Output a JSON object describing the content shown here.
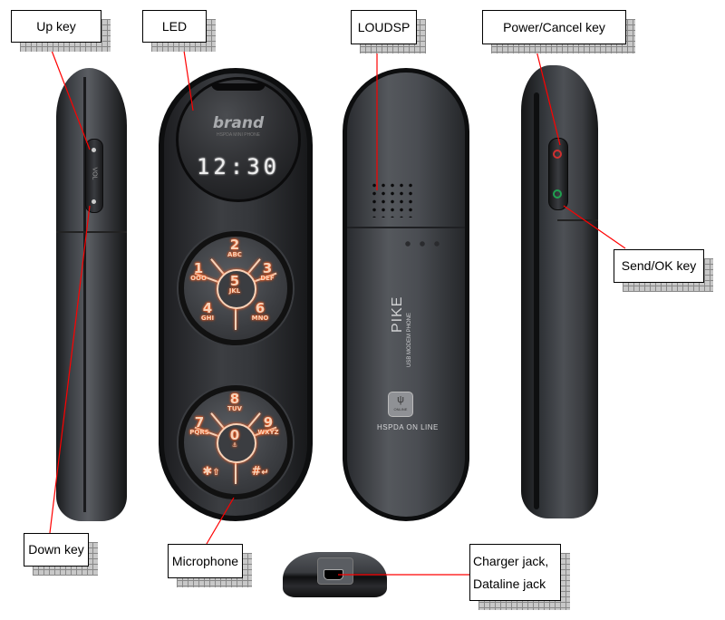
{
  "callouts": {
    "up_key": "Up key",
    "led": "LED",
    "loudsp": "LOUDSP",
    "power_cancel_key": "Power/Cancel key",
    "send_ok_key": "Send/OK key",
    "down_key": "Down key",
    "microphone": "Microphone",
    "charger_jack_line1": "Charger jack,",
    "charger_jack_line2": "Dataline jack"
  },
  "front": {
    "brand": "brand",
    "brand_sub": "HSPDA MINI PHONE",
    "clock": "12:30",
    "keypad_upper": [
      {
        "digit": "2",
        "letters": "ABC"
      },
      {
        "digit": "1",
        "letters": "ООО"
      },
      {
        "digit": "3",
        "letters": "DEF"
      },
      {
        "digit": "5",
        "letters": "JKL"
      },
      {
        "digit": "4",
        "letters": "GHI"
      },
      {
        "digit": "6",
        "letters": "MNO"
      }
    ],
    "keypad_lower": [
      {
        "digit": "8",
        "letters": "TUV"
      },
      {
        "digit": "7",
        "letters": "PQRS"
      },
      {
        "digit": "9",
        "letters": "WXYZ"
      },
      {
        "digit": "0",
        "letters": "⚓"
      },
      {
        "digit": "✱",
        "letters": "⇧"
      },
      {
        "digit": "#",
        "letters": "↵"
      }
    ]
  },
  "back": {
    "model": "PIKE",
    "model_sub": "USB MODEM PHONE",
    "usb_badge": "ONLINE",
    "hspda": "HSPDA ON LINE"
  },
  "side_left": {
    "vol_label": "VOL"
  },
  "colors": {
    "callout_line": "#ff0000",
    "power_key": "#d03030",
    "send_key": "#20a050",
    "key_glow": "#ff5a1a"
  }
}
